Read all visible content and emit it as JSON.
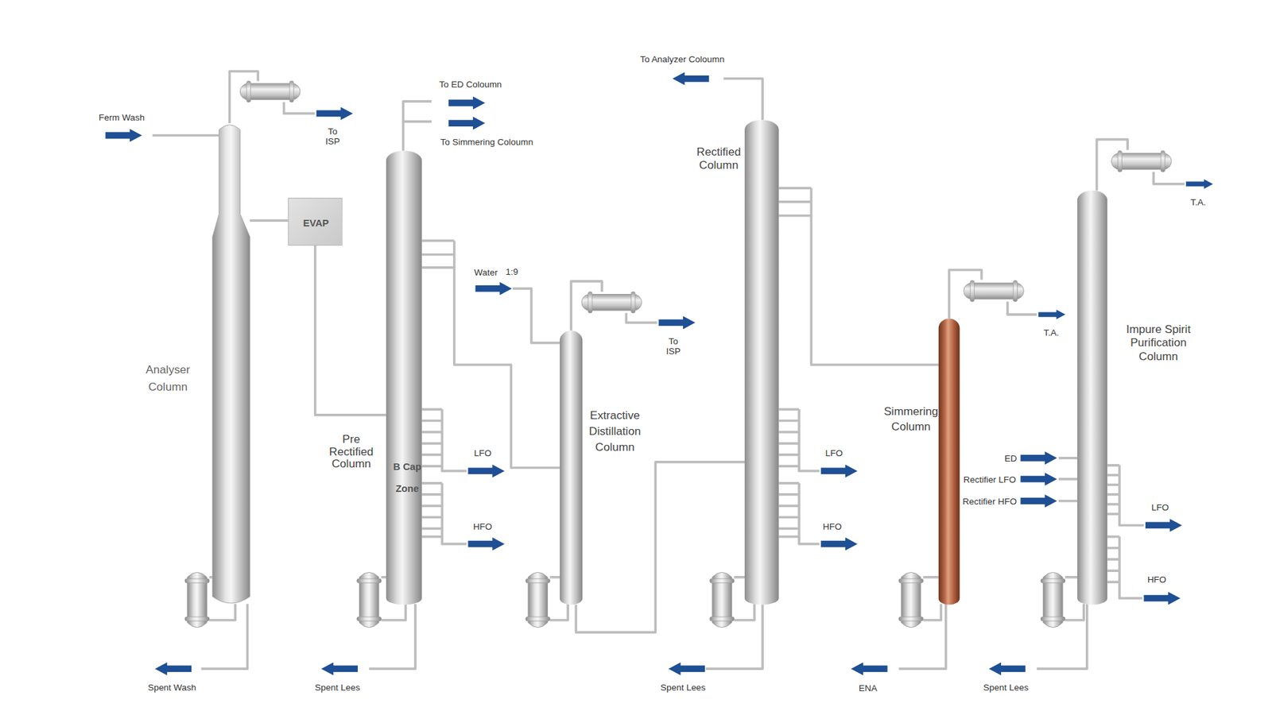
{
  "diagram": {
    "nodes": [
      {
        "text": [
          "Analyser Column"
        ]
      },
      {
        "text": [
          "EVAP"
        ]
      },
      {
        "text": [
          "Pre Rectified Column",
          "B Cap Zone"
        ]
      },
      {
        "text": [
          "Extractive Distillation Column"
        ]
      },
      {
        "text": [
          "Rectified Column"
        ]
      },
      {
        "text": [
          "Simmering Column"
        ]
      },
      {
        "text": [
          "Impure Spirit Purification Column"
        ]
      }
    ],
    "edges": [
      {
        "from": 0,
        "to": 1,
        "arrow": "none"
      },
      {
        "from": 1,
        "to": 2,
        "arrow": "none"
      },
      {
        "from": 2,
        "to": 3,
        "arrow": "none"
      },
      {
        "from": 3,
        "to": 4,
        "arrow": "none"
      },
      {
        "from": 4,
        "to": 5,
        "arrow": "none"
      }
    ],
    "labels": [
      "Ferm Wash",
      "To ISP",
      "To ED Coloumn",
      "To Simmering Coloumn",
      "LFO",
      "HFO",
      "Spent Wash",
      "Spent Lees",
      "Water",
      "1:9",
      "To ISP",
      "To Analyzer Coloumn",
      "LFO",
      "HFO",
      "Spent Lees",
      "T.A.",
      "ENA",
      "ED",
      "Rectifier LFO",
      "Rectifier HFO",
      "T.A.",
      "LFO",
      "HFO",
      "Spent Lees"
    ]
  }
}
